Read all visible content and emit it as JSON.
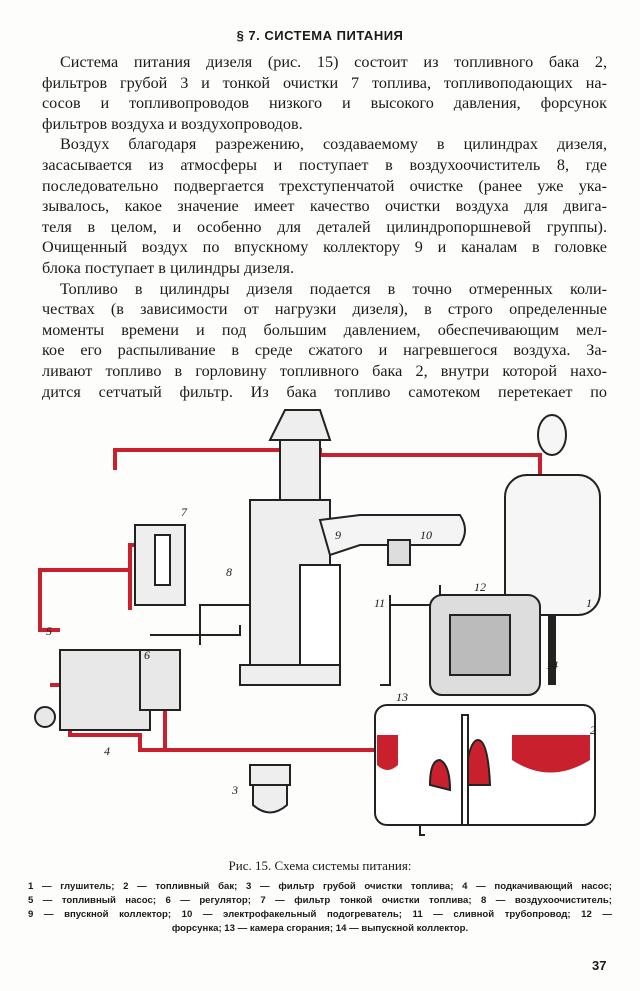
{
  "section_title": "§ 7. СИСТЕМА ПИТАНИЯ",
  "paragraphs": [
    {
      "lines": [
        "Система питания дизеля (рис. 15) состоит из топливного бака 2,",
        "фильтров грубой 3 и тонкой очистки 7 топлива, топливоподающих на-",
        "сосов и топливопроводов низкого и высокого давления, форсунок",
        "фильтров воздуха и воздухопроводов."
      ]
    },
    {
      "lines": [
        "Воздух благодаря разрежению, создаваемому в цилиндрах дизеля,",
        "засасывается из атмосферы и поступает в воздухоочиститель 8, где",
        "последовательно подвергается трехступенчатой очистке (ранее уже ука-",
        "зывалось, какое значение имеет качество очистки воздуха для двига-",
        "теля в целом, и особенно для деталей цилиндропоршневой группы).",
        "Очищенный воздух по впускному коллектору 9 и каналам в головке",
        "блока поступает в цилиндры дизеля."
      ]
    },
    {
      "lines": [
        "Топливо в цилиндры дизеля подается в точно отмеренных коли-",
        "чествах (в зависимости от нагрузки дизеля), в строго определенные",
        "моменты времени и под большим давлением, обеспечивающим мел-",
        "кое его распыливание в среде сжатого и нагревшегося воздуха. За-",
        "ливают топливо в горловину топливного бака 2, внутри которой нахо-",
        "дится сетчатый фильтр. Из бака топливо самотеком перетекает по"
      ]
    }
  ],
  "figure": {
    "labels": [
      "1",
      "2",
      "3",
      "4",
      "5",
      "6",
      "7",
      "8",
      "9",
      "10",
      "11",
      "12",
      "13",
      "14"
    ],
    "caption": "Рис. 15. Схема системы питания:",
    "legend_lines": [
      "1 — глушитель; 2 — топливный бак; 3 — фильтр грубой очистки топлива; 4 — подкачивающий насос;",
      "5 — топливный насос; 6 — регулятор; 7 — фильтр тонкой очистки топлива; 8 — воздухоочиститель;",
      "9 — впускной коллектор; 10 — электрофакельный подогреватель; 11 — сливной трубопровод; 12 —",
      "форсунка; 13 — камера сгорания; 14 — выпускной коллектор."
    ],
    "colors": {
      "fuel": "#c8202c",
      "line": "#222222"
    }
  },
  "page_number": "37"
}
